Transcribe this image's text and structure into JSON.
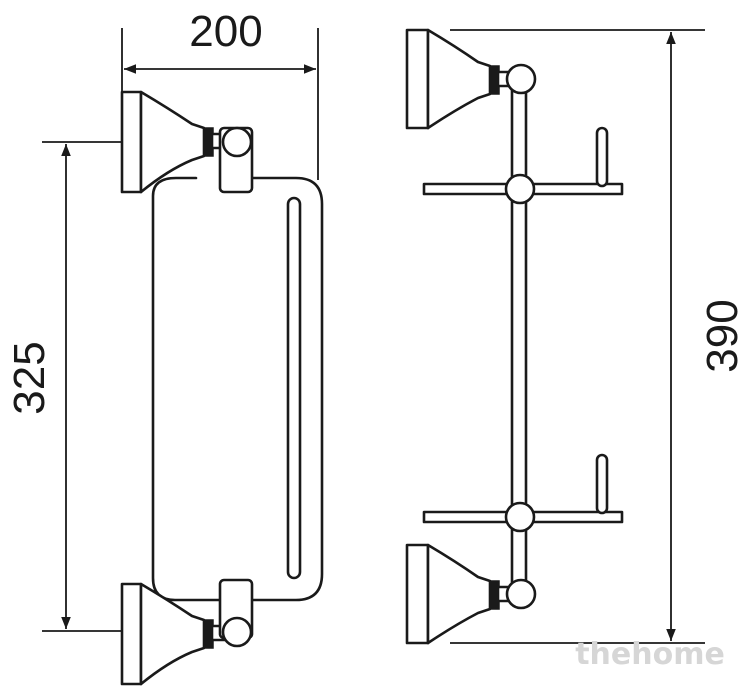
{
  "dimensions": {
    "width": "200",
    "height_left": "325",
    "height_right": "390"
  },
  "watermark": "thehome",
  "icons": {
    "arrowhead": "arrowhead-icon"
  }
}
